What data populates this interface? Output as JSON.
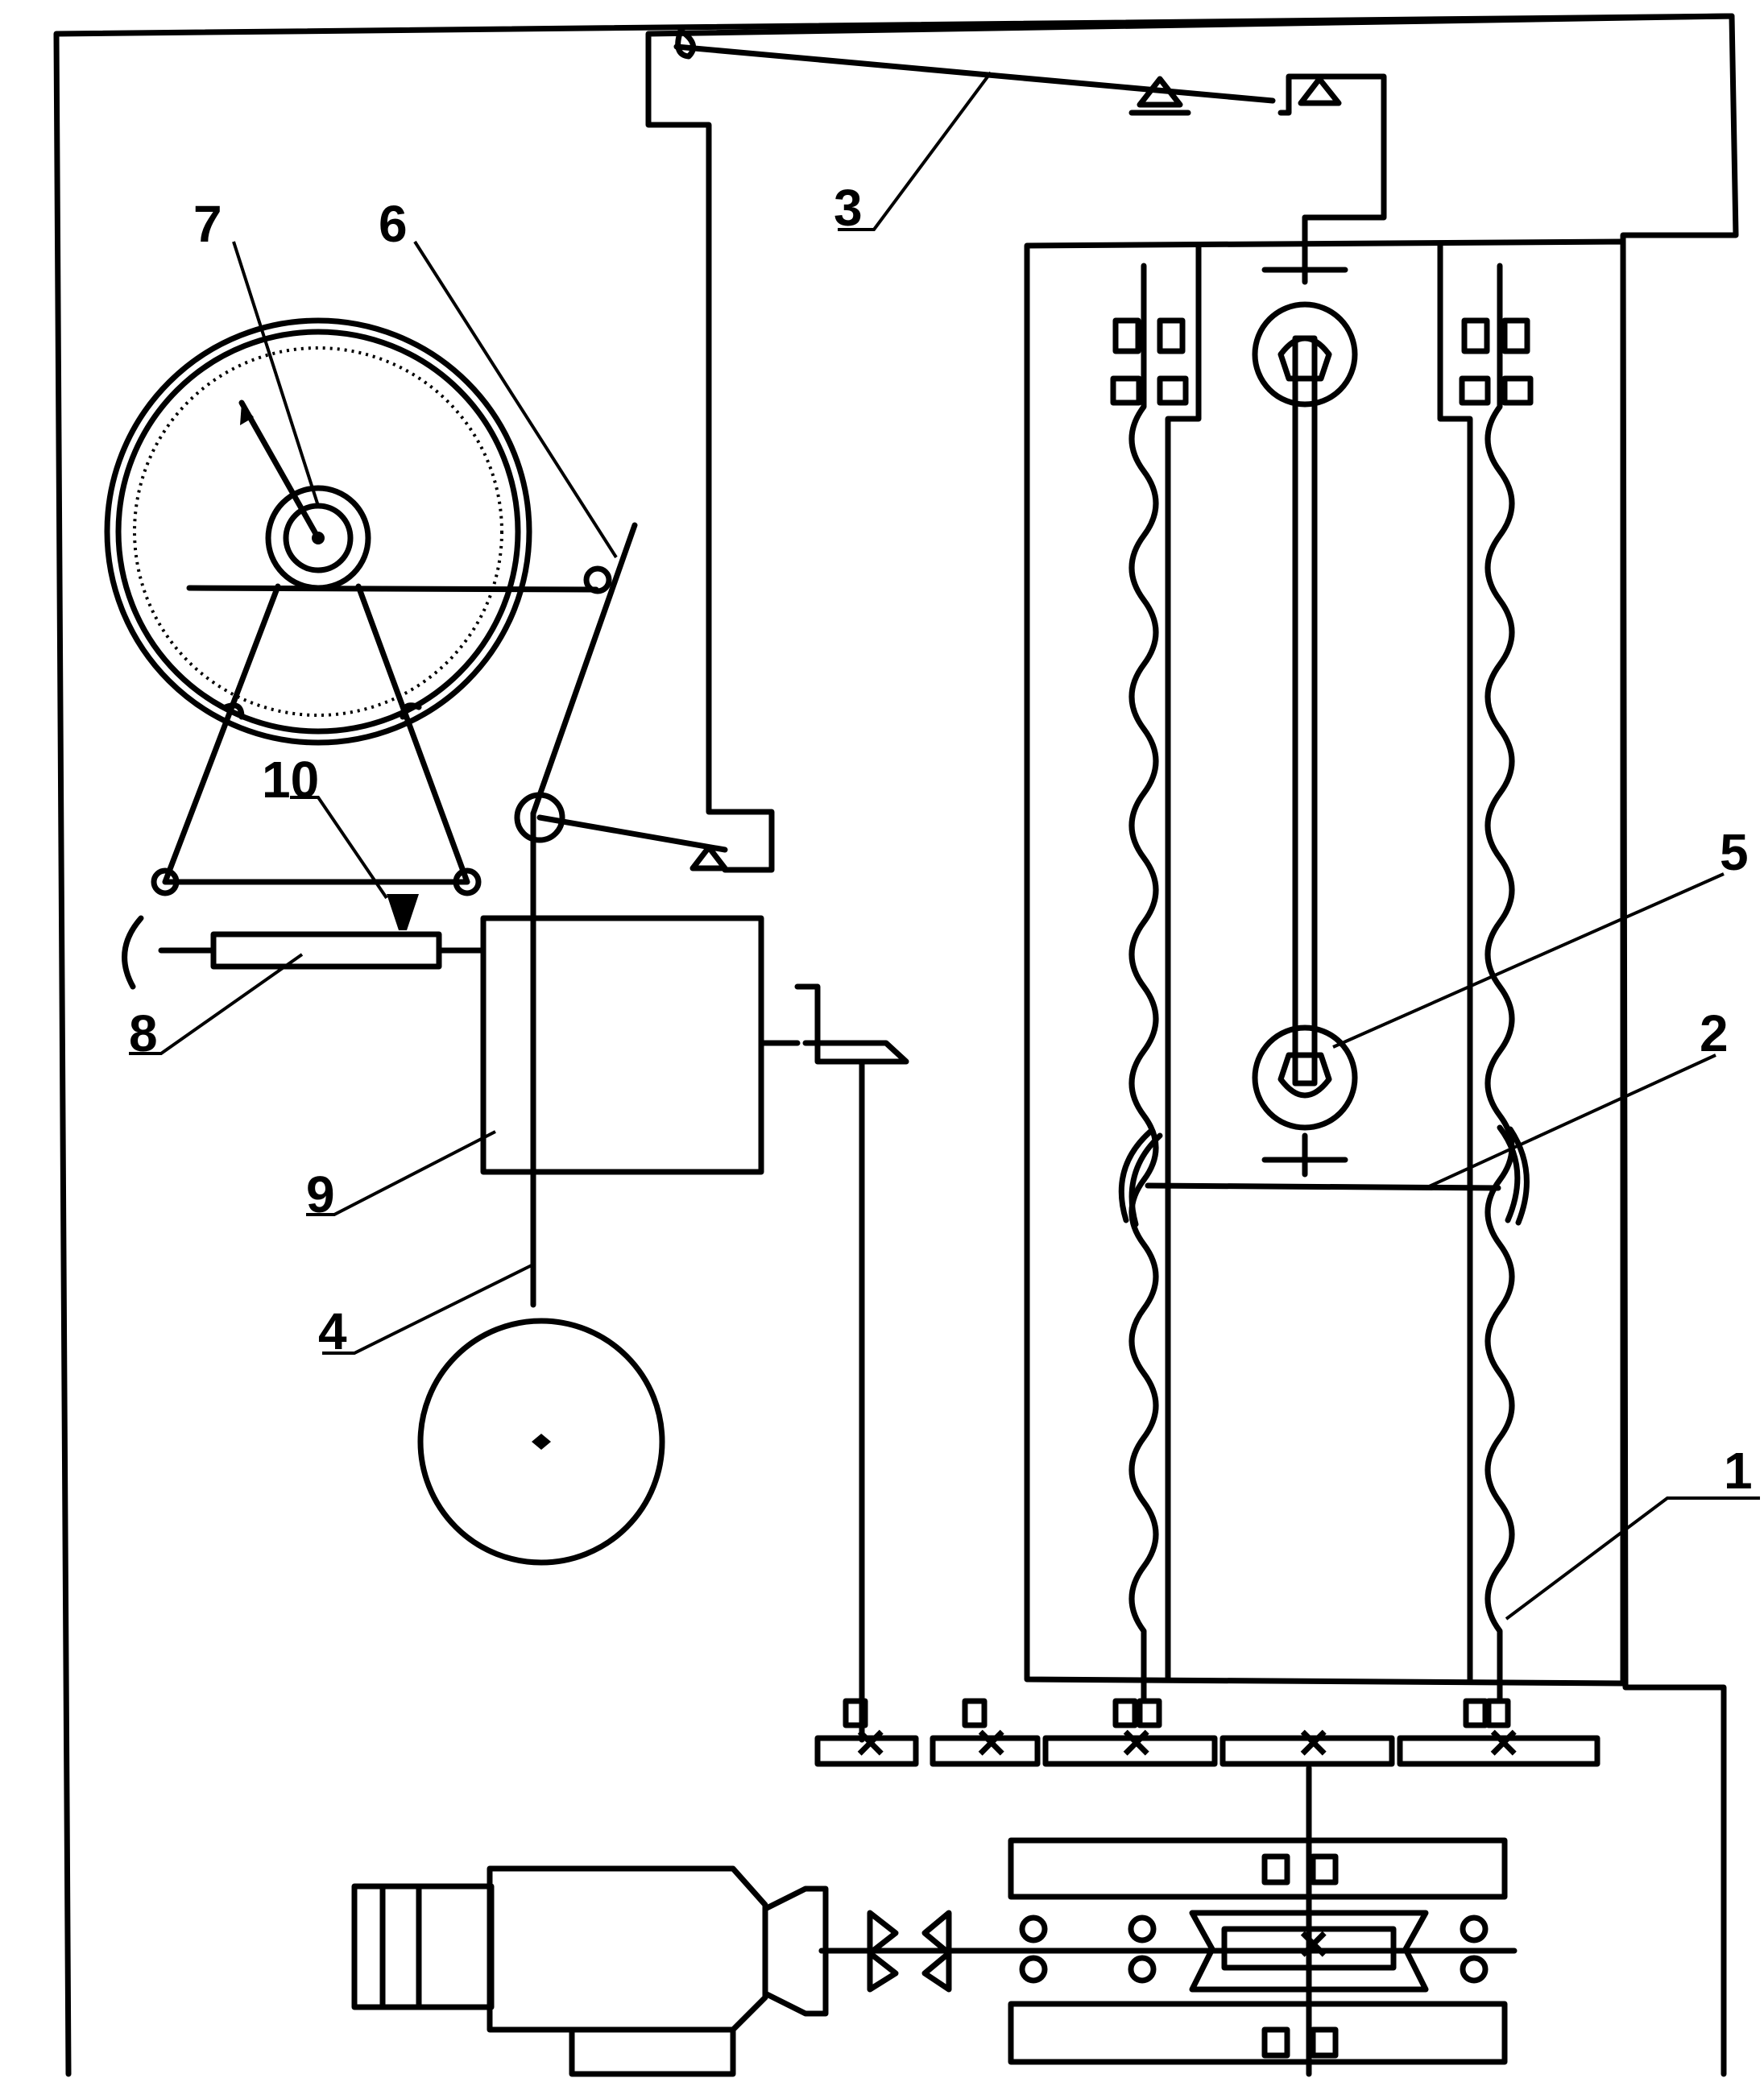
{
  "colors": {
    "ink": "#000000",
    "paper": "#ffffff"
  },
  "labels": {
    "l1": "1",
    "l2": "2",
    "l3": "3",
    "l4": "4",
    "l5": "5",
    "l6": "6",
    "l7": "7",
    "l8": "8",
    "l9": "9",
    "l10": "10"
  }
}
